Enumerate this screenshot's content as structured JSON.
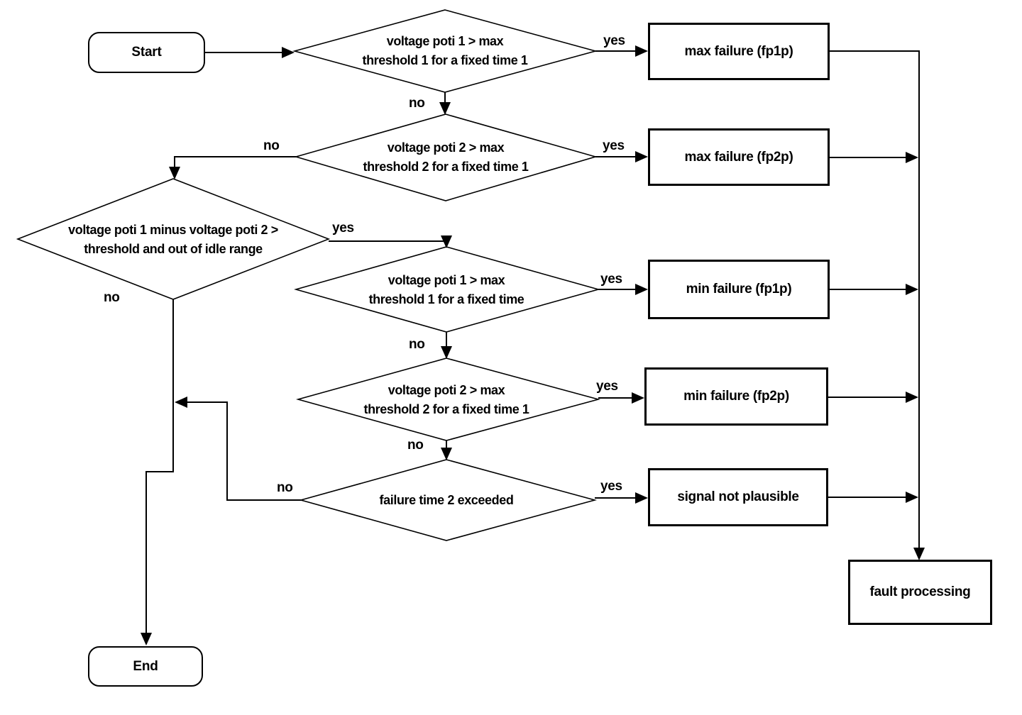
{
  "flowchart": {
    "start": {
      "label": "Start"
    },
    "end": {
      "label": "End"
    },
    "decisions": {
      "d1": {
        "line1": "voltage poti 1 > max",
        "line2": "threshold 1 for a fixed time 1"
      },
      "d2": {
        "line1": "voltage poti 2 > max",
        "line2": "threshold 2 for a fixed time 1"
      },
      "d3": {
        "line1": "voltage poti 1 minus voltage poti 2 >",
        "line2": "threshold and out of idle range"
      },
      "d4": {
        "line1": "voltage poti 1 > max",
        "line2": "threshold 1 for a fixed time"
      },
      "d5": {
        "line1": "voltage poti 2 > max",
        "line2": "threshold 2 for a fixed time 1"
      },
      "d6": {
        "line1": "failure time 2 exceeded"
      }
    },
    "processes": {
      "max_failure_1": {
        "label": "max failure (fp1p)"
      },
      "max_failure_2": {
        "label": "max failure (fp2p)"
      },
      "min_failure_1": {
        "label": "min failure (fp1p)"
      },
      "min_failure_2": {
        "label": "min failure (fp2p)"
      },
      "signal_not_plausible": {
        "label": "signal not plausible"
      },
      "fault_processing": {
        "label": "fault processing"
      }
    },
    "edge_labels": {
      "yes": "yes",
      "no": "no"
    },
    "colors": {
      "stroke": "#000000",
      "fill": "#ffffff",
      "text": "#000000"
    }
  }
}
